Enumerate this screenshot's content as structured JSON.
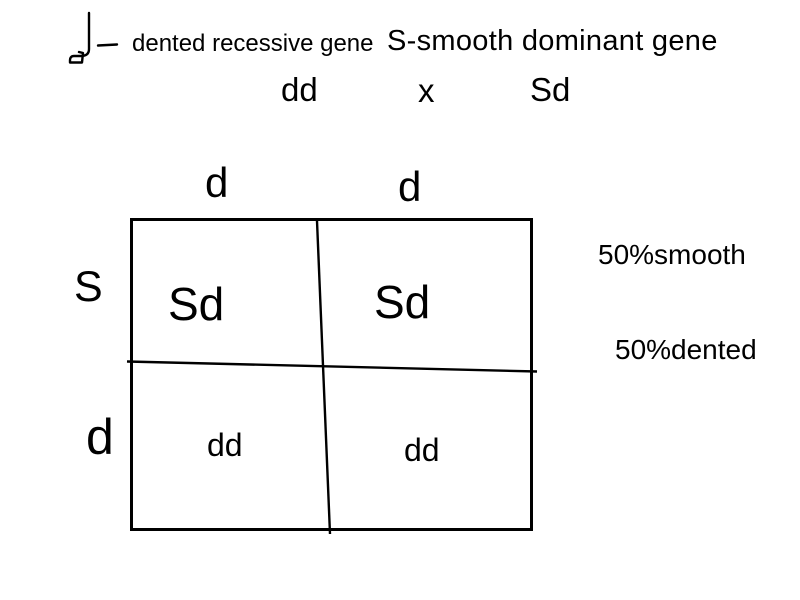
{
  "colors": {
    "ink": "#000000",
    "background": "#ffffff"
  },
  "legend": {
    "recessive_label": "dented recessive gene",
    "dominant_label": "S-smooth dominant gene",
    "symbol": "handwritten-d-with-dash"
  },
  "cross": {
    "parent1": "dd",
    "operator": "x",
    "parent2": "Sd"
  },
  "punnett": {
    "col_labels": [
      "d",
      "d"
    ],
    "row_labels": [
      "S",
      "d"
    ],
    "cells": [
      [
        "Sd",
        "Sd"
      ],
      [
        "dd",
        "dd"
      ]
    ]
  },
  "results": {
    "smooth": "50%smooth",
    "dented": "50%dented"
  }
}
